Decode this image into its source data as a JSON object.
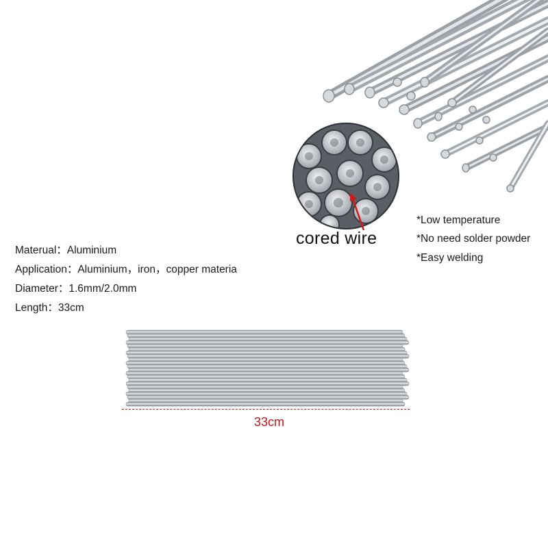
{
  "callout": {
    "label": "cored  wire"
  },
  "features": [
    "*Low temperature",
    "*No need solder powder",
    "*Easy welding"
  ],
  "specs": [
    "Materual：Aluminium",
    "Application：Aluminium，iron，copper materia",
    "Diameter：1.6mm/2.0mm",
    "Length：33cm"
  ],
  "measure": {
    "label": "33cm"
  },
  "colors": {
    "rod": "#b9bcc0",
    "rod_highlight": "#eef0f2",
    "measure_line": "#d01818",
    "measure_text": "#c0161c",
    "arrow": "#d01818"
  }
}
